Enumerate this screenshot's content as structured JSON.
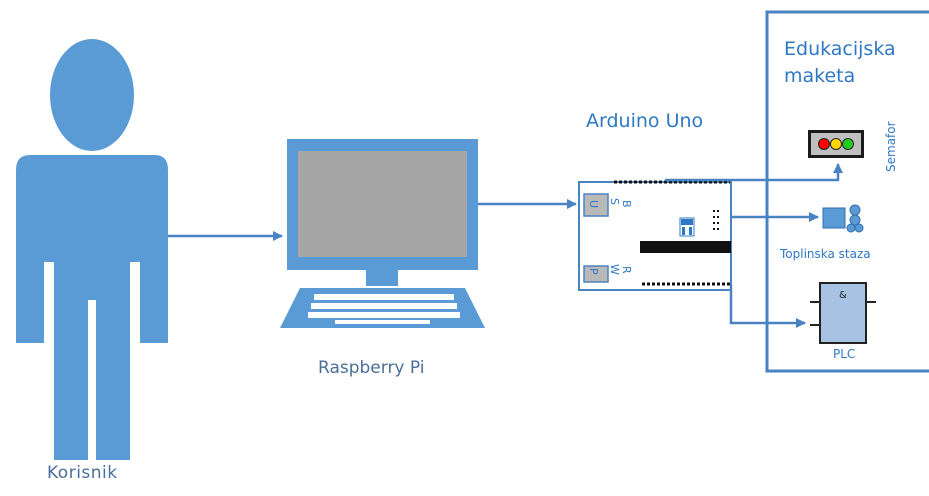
{
  "labels": {
    "user": "Korisnik",
    "raspberry": "Raspberry Pi",
    "arduino": "Arduino Uno",
    "edu_line1": "Edukacijska",
    "edu_line2": "maketa",
    "semafor": "Semafor",
    "toplinska": "Toplinska staza",
    "plc": "PLC"
  },
  "board": {
    "usb_port": "U",
    "usb_text": "S",
    "usb_text2": "B",
    "pwr_port": "P",
    "pwr_text": "W",
    "pwr_text2": "R"
  },
  "plc_symbol": "&",
  "colors": {
    "accent": "#5b9bd5",
    "line": "#4a83c2",
    "text": "#2f78c4",
    "screen": "#a6a6a6",
    "port": "#b9b9b9"
  }
}
